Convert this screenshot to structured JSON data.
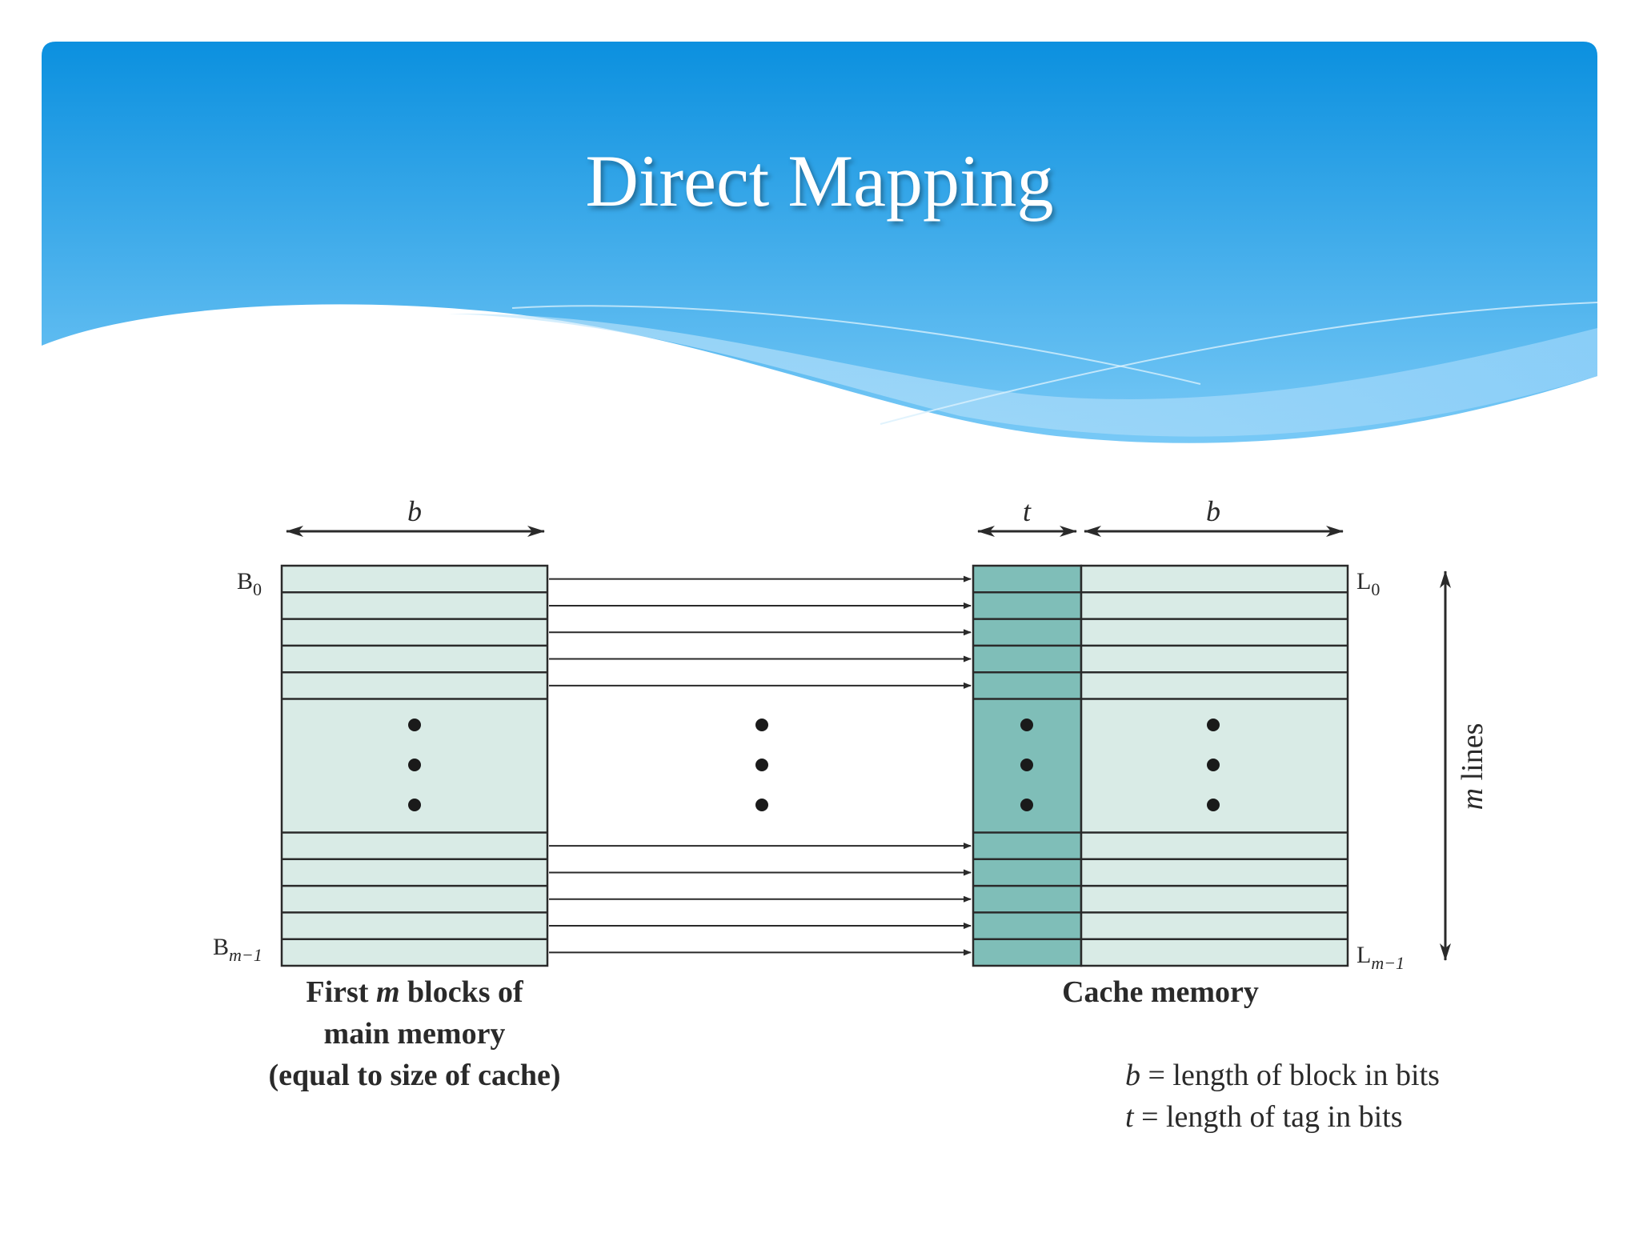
{
  "slide": {
    "title": "Direct Mapping"
  },
  "diagram": {
    "width_label_b": "b",
    "tag_label_t": "t",
    "cache_width_label_b": "b",
    "main_memory": {
      "first_block": {
        "letter": "B",
        "sub": "0"
      },
      "last_block": {
        "letter": "B",
        "sub": "m−1"
      },
      "caption": [
        {
          "pre": "First ",
          "italic": "m",
          "post": " blocks of"
        },
        {
          "pre": "main memory",
          "italic": "",
          "post": ""
        },
        {
          "pre": "(equal to size of cache)",
          "italic": "",
          "post": ""
        }
      ]
    },
    "cache": {
      "first_line": {
        "letter": "L",
        "sub": "0"
      },
      "last_line": {
        "letter": "L",
        "sub": "m−1"
      },
      "caption": "Cache memory"
    },
    "m_lines_label": {
      "italic": "m",
      "rest": " lines"
    },
    "legend": [
      {
        "var": "b",
        "text": " = length of block in bits"
      },
      {
        "var": "t",
        "text": " = length of tag in bits"
      }
    ],
    "colors": {
      "header_top": "#0a8fde",
      "header_bottom": "#6ec6f7",
      "block_fill": "#d9ebe6",
      "tag_fill": "#7fbeb8",
      "stroke": "#2a2a2a"
    }
  }
}
